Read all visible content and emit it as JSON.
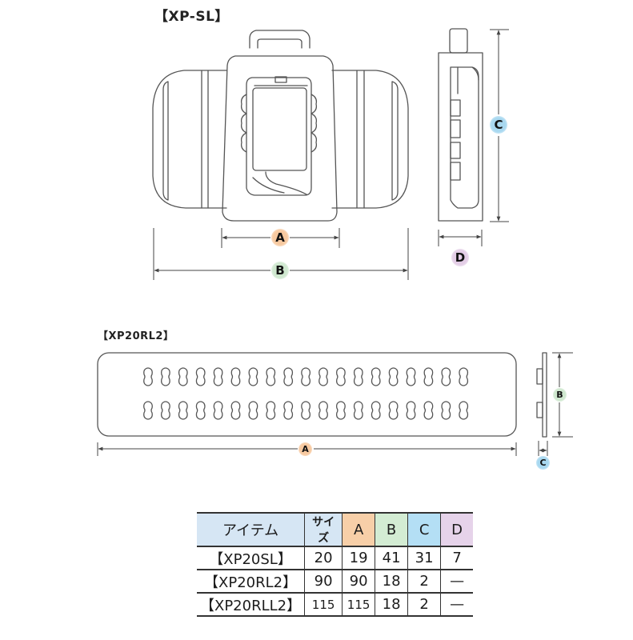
{
  "diagram": {
    "products": [
      {
        "id": "xp-sl",
        "title": "【XP-SL】",
        "views": [
          "front",
          "side"
        ],
        "dimension_labels": [
          "A",
          "B",
          "C",
          "D"
        ]
      },
      {
        "id": "xp20rl2",
        "title": "【XP20RL2】",
        "views": [
          "front",
          "side"
        ],
        "slot_rows": 2,
        "slots_per_row": 19,
        "dimension_labels": [
          "A",
          "B",
          "C"
        ]
      }
    ],
    "dimension_colors": {
      "A": "#f7c9a0",
      "B": "#cfe8cf",
      "C": "#a8d8f0",
      "D": "#e3cde6"
    }
  },
  "labels": {
    "sl_title": "【XP-SL】",
    "rl2_title": "【XP20RL2】",
    "A": "A",
    "B": "B",
    "C": "C",
    "D": "D"
  },
  "table": {
    "headers": [
      {
        "label": "アイテム",
        "color": "#d6e6f4"
      },
      {
        "label": "サイズ",
        "color": "#d6e6f4"
      },
      {
        "label": "A",
        "color": "#f7cfa8"
      },
      {
        "label": "B",
        "color": "#d3ecd3"
      },
      {
        "label": "C",
        "color": "#b4dff5"
      },
      {
        "label": "D",
        "color": "#e6d3ea"
      }
    ],
    "rows": [
      {
        "item": "【XP20SL】",
        "size": "20",
        "A": "19",
        "B": "41",
        "C": "31",
        "D": "7"
      },
      {
        "item": "【XP20RL2】",
        "size": "90",
        "A": "90",
        "B": "18",
        "C": "2",
        "D": "—"
      },
      {
        "item": "【XP20RLL2】",
        "size": "115",
        "A": "115",
        "B": "18",
        "C": "2",
        "D": "—"
      }
    ]
  }
}
